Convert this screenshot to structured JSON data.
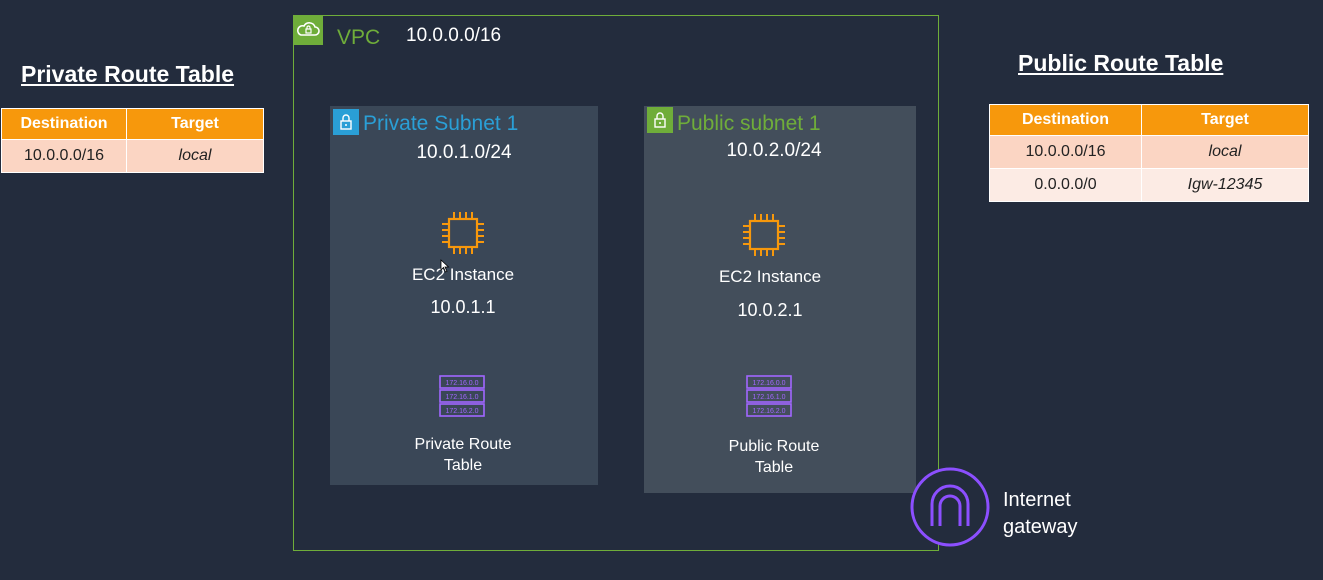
{
  "private_route_table": {
    "title": "Private Route Table",
    "headers": [
      "Destination",
      "Target"
    ],
    "rows": [
      {
        "destination": "10.0.0.0/16",
        "target": "local"
      }
    ]
  },
  "public_route_table": {
    "title": "Public Route Table",
    "headers": [
      "Destination",
      "Target"
    ],
    "rows": [
      {
        "destination": "10.0.0.0/16",
        "target": "local"
      },
      {
        "destination": "0.0.0.0/0",
        "target": "Igw-12345"
      }
    ]
  },
  "vpc": {
    "label": "VPC",
    "cidr": "10.0.0.0/16",
    "color": "#6fad3a"
  },
  "private_subnet": {
    "title": "Private Subnet 1",
    "cidr": "10.0.1.0/24",
    "instance_label": "EC2 Instance",
    "instance_ip": "10.0.1.1",
    "route_table_line1": "Private Route",
    "route_table_line2": "Table",
    "color": "#2a9fd6"
  },
  "public_subnet": {
    "title": "Public subnet 1",
    "cidr": "10.0.2.0/24",
    "instance_label": "EC2 Instance",
    "instance_ip": "10.0.2.1",
    "route_table_line1": "Public Route",
    "route_table_line2": "Table",
    "color": "#6fad3a"
  },
  "route_table_icon": {
    "lines": [
      "172.16.0.0",
      "172.16.1.0",
      "172.16.2.0"
    ]
  },
  "internet_gateway": {
    "line1": "Internet",
    "line2": "gateway",
    "color": "#8c4fff"
  },
  "colors": {
    "background": "#232c3d",
    "subnet_box": "#3a4757",
    "table_header": "#f7980c",
    "ec2_icon": "#f7980c",
    "route_table_icon": "#a166ff"
  }
}
